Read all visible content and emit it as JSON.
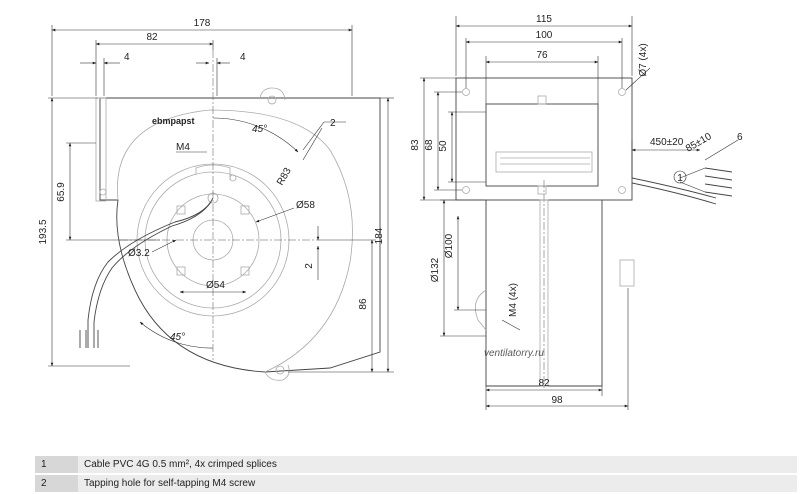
{
  "brand": {
    "logo_text": "ebmpapst"
  },
  "front_view": {
    "dims": {
      "total_width": "178",
      "offset_width": "82",
      "gap_left": "4",
      "gap_right": "4",
      "height_total": "193.5",
      "height_outlet": "65.9",
      "height_right": "184",
      "height_center": "86",
      "angle_top": "45°",
      "angle_bottom": "45°",
      "thread": "M4",
      "radius": "R83",
      "dia_58": "Ø58",
      "dia_54": "Ø54",
      "dia_3_2": "Ø3.2",
      "offset_2": "2"
    },
    "callout_2": "2"
  },
  "side_view": {
    "dims": {
      "width_115": "115",
      "width_100": "100",
      "width_76": "76",
      "hole_dia": "Ø7 (4x)",
      "height_83": "83",
      "height_68": "68",
      "height_50": "50",
      "cable_len": "450±20",
      "strip_len": "85±10",
      "strip_end": "6",
      "dia_132": "Ø132",
      "dia_100": "Ø100",
      "screw_m4": "M4 (4x)",
      "width_82": "82",
      "width_98": "98"
    },
    "callout_1": "1"
  },
  "watermark": "ventilatorry.ru",
  "legend": [
    {
      "num": "1",
      "text": "Cable PVC 4G 0.5 mm², 4x crimped splices"
    },
    {
      "num": "2",
      "text": "Tapping hole for self-tapping M4 screw"
    }
  ]
}
